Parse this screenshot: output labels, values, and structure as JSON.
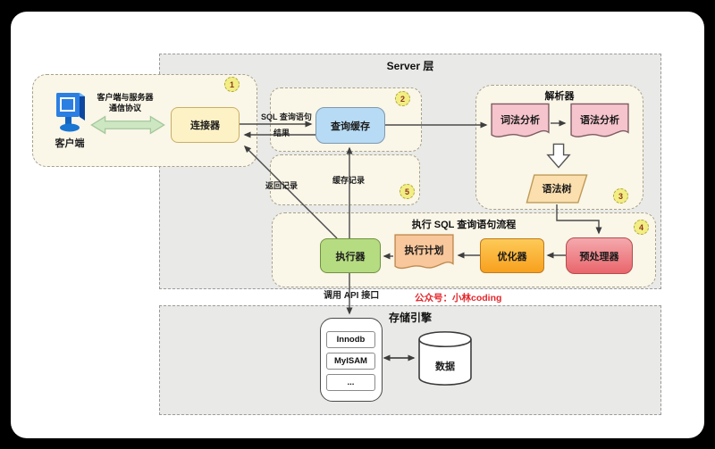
{
  "sections": {
    "server": {
      "title": "Server 层"
    },
    "storage": {
      "title": "存储引擎"
    }
  },
  "client": {
    "label": "客户端",
    "protocol_line1": "客户端与服务器",
    "protocol_line2": "通信协议",
    "badge": "1"
  },
  "connector": {
    "label": "连接器"
  },
  "query_cache": {
    "label": "查询缓存",
    "badge": "2"
  },
  "cache_group": {
    "badge": "5"
  },
  "parser": {
    "title": "解析器",
    "badge": "3",
    "lexical_label": "词法分析",
    "syntax_label": "语法分析",
    "tree_label": "语法树"
  },
  "exec_flow": {
    "title": "执行 SQL 查询语句流程",
    "badge": "4",
    "preprocessor_label": "预处理器",
    "optimizer_label": "优化器",
    "plan_label": "执行计划",
    "executor_label": "执行器"
  },
  "storage_engine": {
    "engines": [
      "Innodb",
      "MyISAM",
      "..."
    ],
    "data_label": "数据"
  },
  "edges": {
    "sql_query": "SQL 查询语句",
    "result": "结果",
    "return_record": "返回记录",
    "cache_record": "缓存记录",
    "call_api": "调用 API 接口"
  },
  "watermark": "公众号：小林coding",
  "colors": {
    "connector_fill": "#fdf2c6",
    "query_cache_fill": "#b7dbf4",
    "parser_doc_fill": "#f5c4cc",
    "syntax_tree_fill": "#fbdfae",
    "preprocessor_fill": "#e9666c",
    "optimizer_fill": "#f8a01e",
    "exec_plan_fill": "#f8c79b",
    "executor_fill": "#b5dc81",
    "badge_fill": "#f2ee83",
    "watermark_red": "#e5252a",
    "section_gray": "#e9e9e7",
    "group_cream": "#faf6e8"
  }
}
